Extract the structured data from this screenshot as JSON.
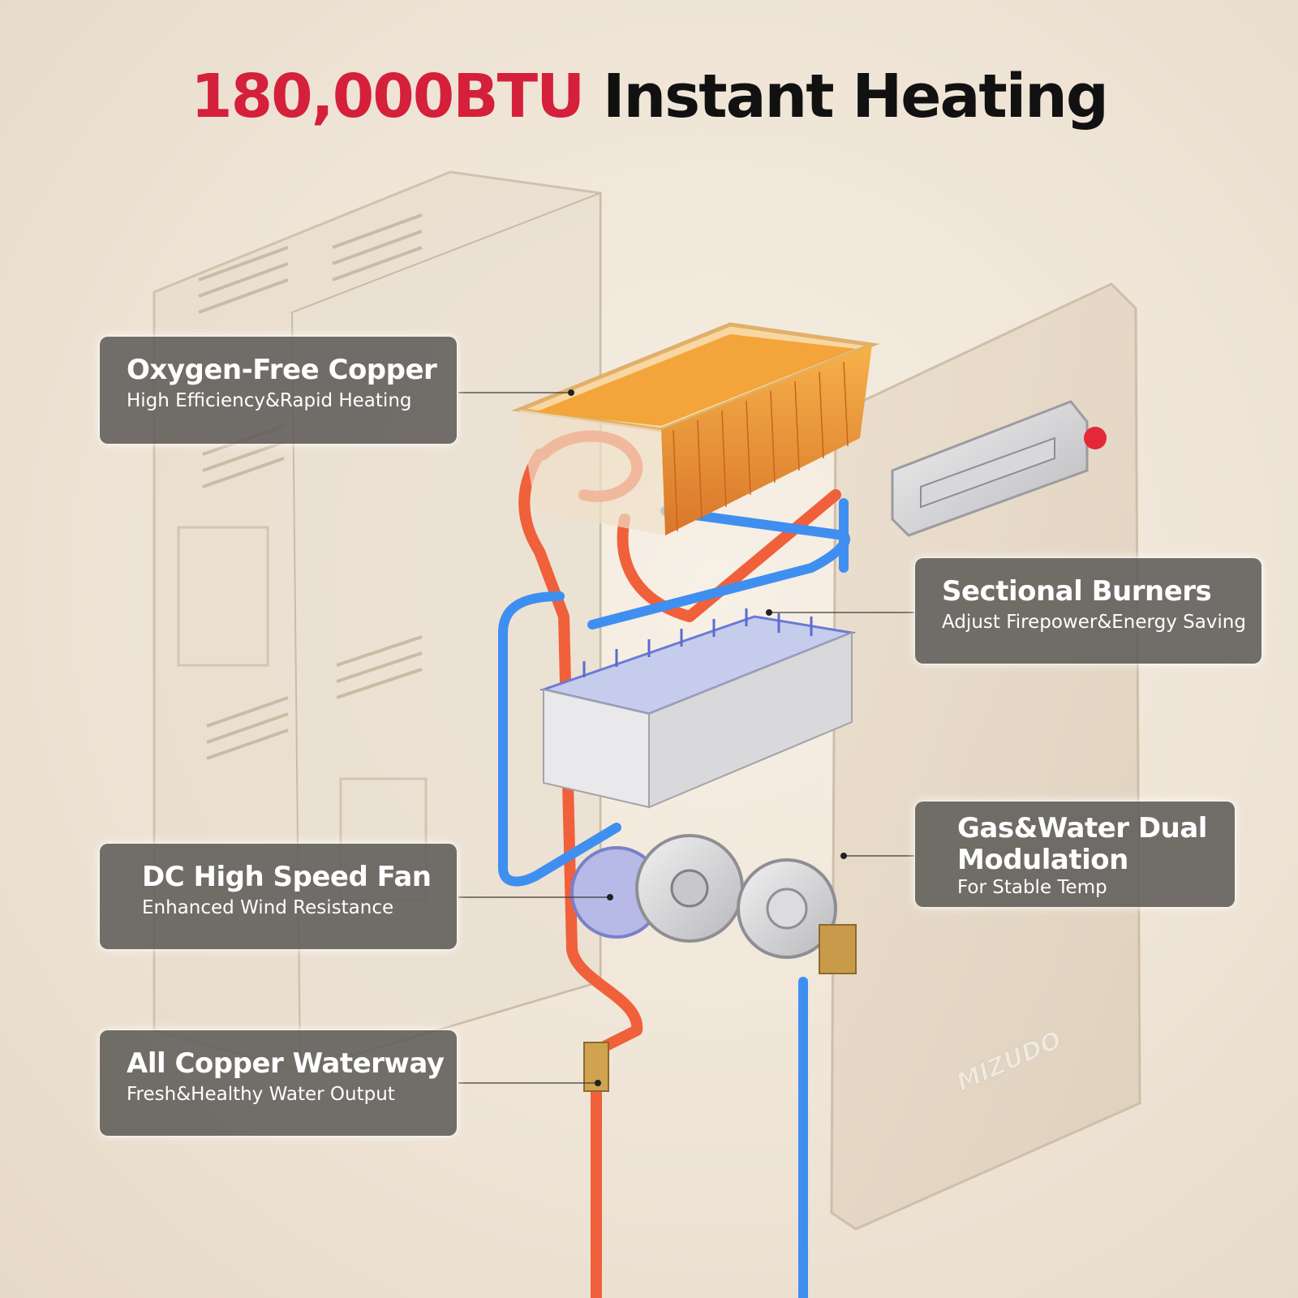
{
  "headline": {
    "accent": "180,000BTU",
    "rest": "Instant Heating",
    "accent_color": "#d4203a"
  },
  "callouts": [
    {
      "title": "Oxygen-Free Copper",
      "subtitle": "High Efficiency&Rapid Heating"
    },
    {
      "title": "Sectional Burners",
      "subtitle": "Adjust Firepower&Energy Saving"
    },
    {
      "title": "Gas&Water Dual Modulation",
      "subtitle": "For Stable Temp"
    },
    {
      "title": "DC High Speed Fan",
      "subtitle": "Enhanced Wind Resistance"
    },
    {
      "title": "All Copper Waterway",
      "subtitle": "Fresh&Healthy Water Output"
    }
  ],
  "brand": "MIZUDO",
  "colors": {
    "hot_pipe": "#f0603a",
    "cold_pipe": "#3f8ff0",
    "copper": "#f0a040",
    "callout_bg": "#5c5a56"
  }
}
